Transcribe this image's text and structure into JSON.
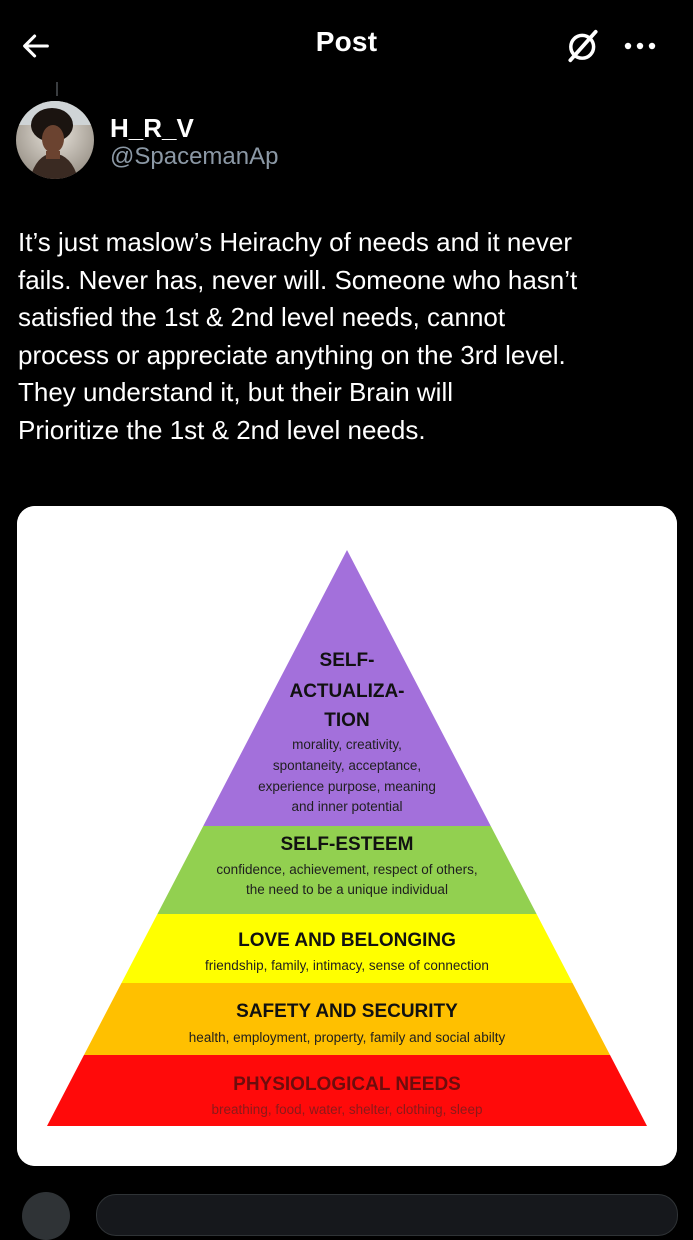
{
  "header": {
    "title": "Post",
    "back_icon": "arrow-left-icon",
    "grok_icon": "grok-icon",
    "more_icon": "more-dots-icon"
  },
  "author": {
    "display_name": "H_R_V",
    "handle": "@SpacemanAp"
  },
  "post": {
    "lines": [
      "It’s just maslow’s Heirachy of needs and it never",
      "fails. Never has, never will. Someone who hasn’t",
      "satisfied the 1st & 2nd level needs, cannot",
      "process or appreciate anything on the 3rd level.",
      "They understand it, but their Brain will",
      "Prioritize the 1st & 2nd level needs."
    ]
  },
  "pyramid": {
    "levels": [
      {
        "title_lines": [
          "PHYSIOLOGICAL NEEDS"
        ],
        "desc_lines": [
          "breathing, food, water, shelter, clothing, sleep"
        ],
        "color": "#ff0a0a"
      },
      {
        "title_lines": [
          "SAFETY AND SECURITY"
        ],
        "desc_lines": [
          "health, employment, property, family and social abilty"
        ],
        "color": "#ffc000"
      },
      {
        "title_lines": [
          "LOVE AND BELONGING"
        ],
        "desc_lines": [
          "friendship, family, intimacy, sense of connection"
        ],
        "color": "#ffff00"
      },
      {
        "title_lines": [
          "SELF-ESTEEM"
        ],
        "desc_lines": [
          "confidence, achievement, respect of others,",
          "the need to be a unique individual"
        ],
        "color": "#92d050"
      },
      {
        "title_lines": [
          "SELF-",
          "ACTUALIZA-",
          "TION"
        ],
        "desc_lines": [
          "morality, creativity,",
          "spontaneity, acceptance,",
          "experience purpose, meaning",
          "and inner potential"
        ],
        "color": "#a370db"
      }
    ]
  },
  "colors": {
    "background": "#000000",
    "text": "#ffffff",
    "secondary_text": "#8b98a5",
    "desc_text": "#1f1f1f",
    "title_text": "#111111",
    "physiological_desc": "#8a1a1a"
  }
}
